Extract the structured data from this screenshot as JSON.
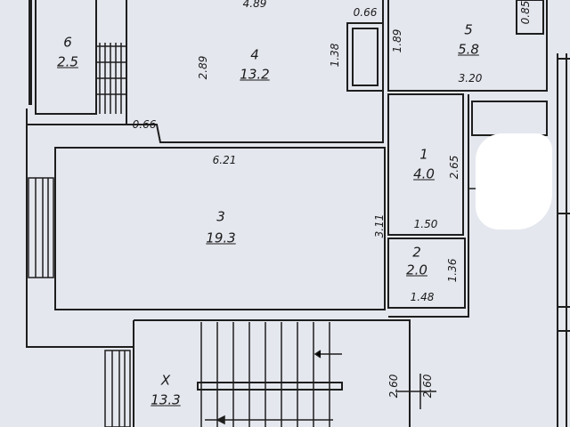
{
  "rooms": {
    "r1": {
      "num": "1",
      "area": "4.0"
    },
    "r2": {
      "num": "2",
      "area": "2.0"
    },
    "r3": {
      "num": "3",
      "area": "19.3"
    },
    "r4": {
      "num": "4",
      "area": "13.2"
    },
    "r5": {
      "num": "5",
      "area": "5.8"
    },
    "r6": {
      "num": "6",
      "area": "2.5"
    },
    "rx": {
      "num": "X",
      "area": "13.3"
    }
  },
  "dims": {
    "top_4": "4.89",
    "top_066": "0.66",
    "right_085": "0.85",
    "r4_height": "2.89",
    "r4_138": "1.38",
    "r5_189": "1.89",
    "r5_width": "3.20",
    "corr_066": "0.66",
    "r3_width": "6.21",
    "r3_height": "3.11",
    "r1_height": "2.65",
    "r1_width": "1.50",
    "r2_height": "1.36",
    "r2_width": "1.48",
    "stair_a": "2.60",
    "stair_b": "2.60"
  },
  "colors": {
    "paper": "#e4e7ee",
    "line": "#1e1e1e",
    "redaction": "#ffffff"
  }
}
